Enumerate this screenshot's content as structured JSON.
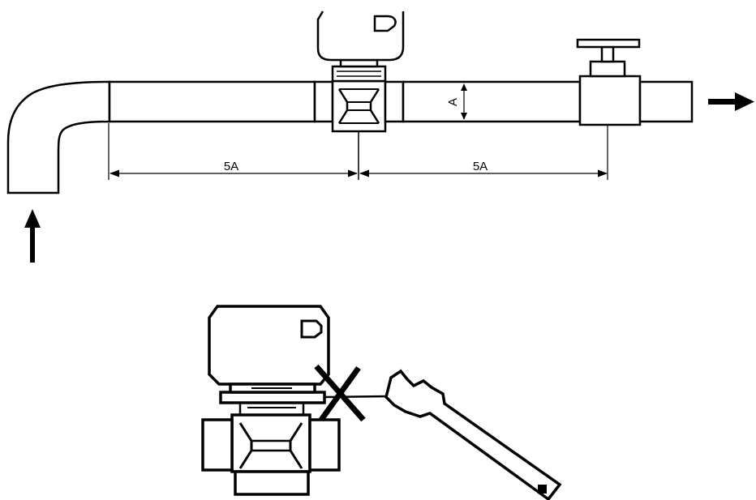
{
  "diagram": {
    "dimension_labels": {
      "upstream_length": "5A",
      "downstream_length": "5A",
      "pipe_diameter": "A"
    }
  }
}
